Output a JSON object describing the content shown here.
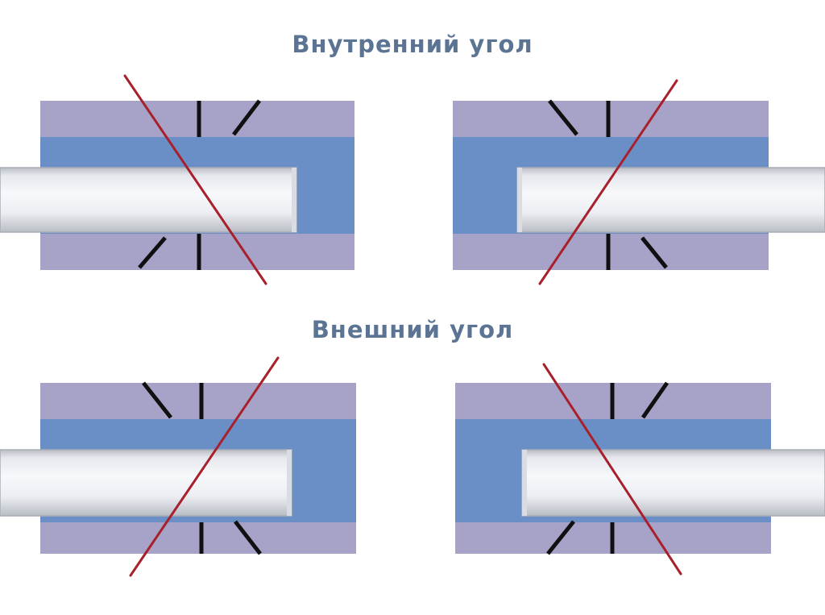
{
  "headings": {
    "inner_corner": "Внутренний угол",
    "outer_corner": "Внешний угол"
  },
  "colors": {
    "background": "#ffffff",
    "heading_text": "#5b7494",
    "miter_box_wall": "#a7a3c8",
    "miter_box_channel": "#6a8fc6",
    "baseboard_light": "#f7f8fb",
    "baseboard_shadow": "#b9bcc4",
    "guide_slot": "#101010",
    "cross_mark": "#a8202c"
  },
  "panels": [
    {
      "id": "inner-left",
      "group": "inner_corner",
      "baseboard_side": "left",
      "slot": "left",
      "strike": "backslash"
    },
    {
      "id": "inner-right",
      "group": "inner_corner",
      "baseboard_side": "right",
      "slot": "right",
      "strike": "slash"
    },
    {
      "id": "outer-left",
      "group": "outer_corner",
      "baseboard_side": "left",
      "slot": "right",
      "strike": "slash"
    },
    {
      "id": "outer-right",
      "group": "outer_corner",
      "baseboard_side": "right",
      "slot": "left",
      "strike": "backslash"
    }
  ]
}
